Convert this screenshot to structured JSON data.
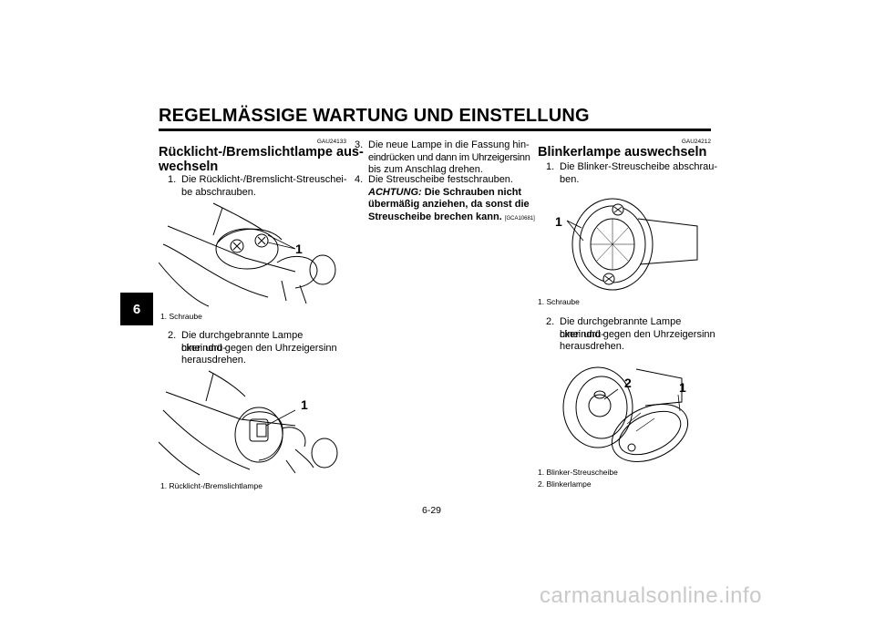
{
  "header": {
    "title": "REGELMÄSSIGE WARTUNG UND EINSTELLUNG"
  },
  "chapter_tab": "6",
  "left": {
    "code": "GAU24133",
    "title_line1": "Rücklicht-/Bremslichtlampe aus-",
    "title_line2": "wechseln",
    "step1": {
      "num": "1.",
      "line1": "Die Rücklicht-/Bremslicht-Streuschei-",
      "line2": "be abschrauben."
    },
    "fig1": {
      "callout": "1",
      "caption": "1.  Schraube"
    },
    "step2": {
      "num": "2.",
      "line1": "Die durchgebrannte Lampe hineindrü-",
      "line2": "cken und gegen den Uhrzeigersinn",
      "line3": "herausdrehen."
    },
    "fig2": {
      "callout": "1",
      "caption": "1.  Rücklicht-/Bremslichtlampe"
    }
  },
  "middle": {
    "step3": {
      "num": "3.",
      "line1": "Die neue Lampe in die Fassung hin-",
      "line2": "eindrücken und dann im Uhrzeigersinn",
      "line3": "bis zum Anschlag drehen."
    },
    "step4": {
      "num": "4.",
      "line1": "Die Streuscheibe festschrauben.",
      "achtung": "ACHTUNG:",
      "bold1": " Die Schrauben nicht",
      "bold2": "übermäßig anziehen, da sonst die",
      "bold3": "Streuscheibe brechen kann.",
      "ref": "[GCA10681]"
    }
  },
  "right": {
    "code": "GAU24212",
    "title": "Blinkerlampe auswechseln",
    "step1": {
      "num": "1.",
      "line1": "Die Blinker-Streuscheibe abschrau-",
      "line2": "ben."
    },
    "fig1": {
      "callout": "1",
      "caption": "1.  Schraube"
    },
    "step2": {
      "num": "2.",
      "line1": "Die durchgebrannte Lampe hineindrü-",
      "line2": "cken und gegen den Uhrzeigersinn",
      "line3": "herausdrehen."
    },
    "fig2": {
      "callout1": "1",
      "callout2": "2",
      "caption1": "1.  Blinker-Streuscheibe",
      "caption2": "2.  Blinkerlampe"
    }
  },
  "footer": {
    "page_number": "6-29",
    "watermark": "carmanualsonline.info"
  }
}
